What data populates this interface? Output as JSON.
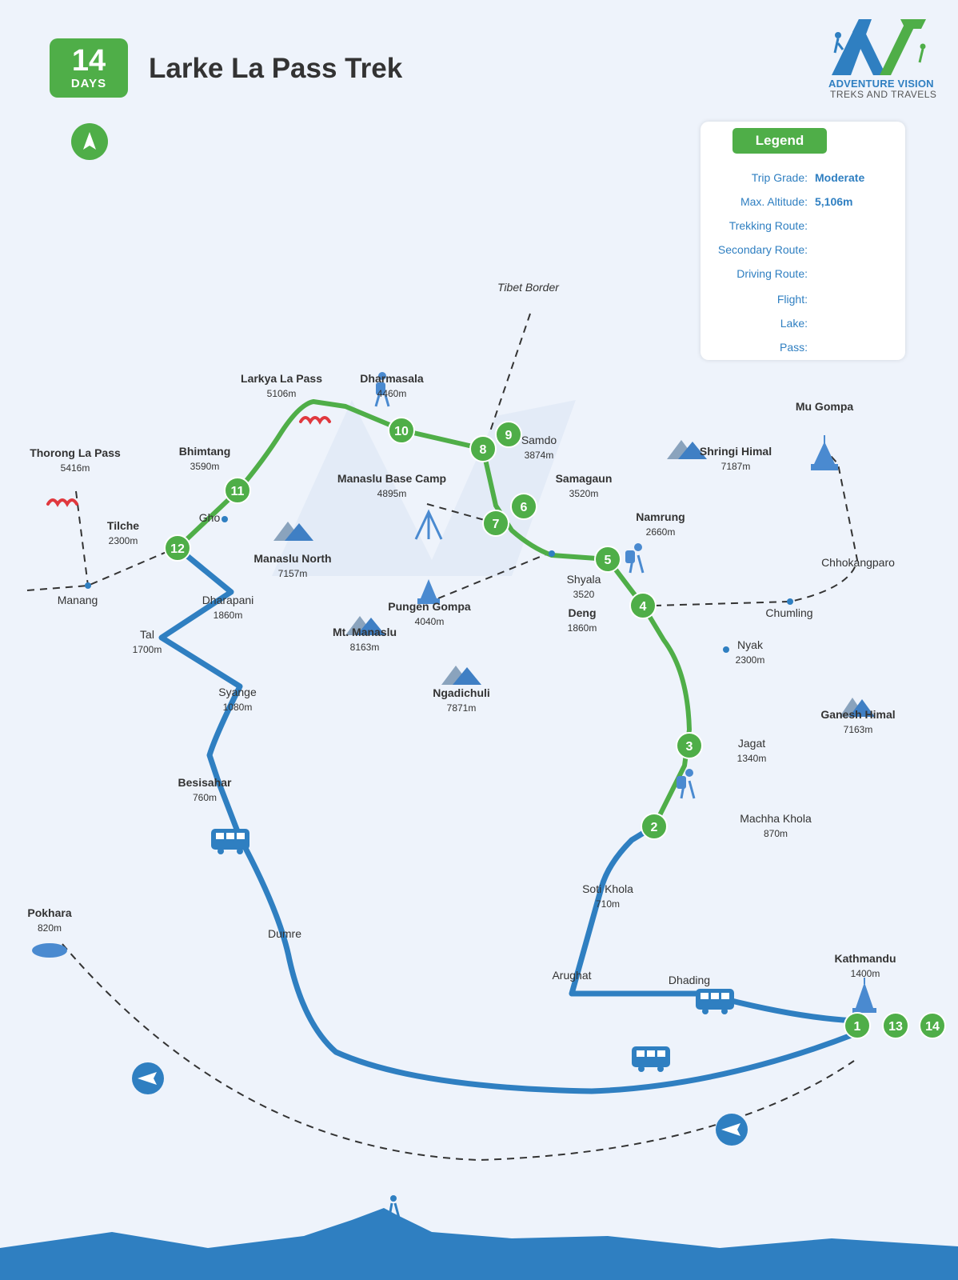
{
  "header": {
    "days_number": "14",
    "days_label": "DAYS",
    "title": "Larke La Pass Trek"
  },
  "brand": {
    "name": "ADVENTURE VISION",
    "subtitle": "TREKS AND TRAVELS"
  },
  "legend": {
    "title": "Legend",
    "trip_grade_label": "Trip Grade:",
    "trip_grade_value": "Moderate",
    "max_altitude_label": "Max. Altitude:",
    "max_altitude_value": "5,106m",
    "trekking_route_label": "Trekking Route:",
    "secondary_route_label": "Secondary Route:",
    "driving_route_label": "Driving Route:",
    "flight_label": "Flight:",
    "lake_label": "Lake:",
    "pass_label": "Pass:"
  },
  "colors": {
    "trek_green": "#4fae48",
    "drive_blue": "#2f7fc1",
    "text_dark": "#333333",
    "pass_red": "#e0383e",
    "background": "#eef3fb"
  },
  "tibet_border": "Tibet Border",
  "stops": [
    "1",
    "2",
    "3",
    "4",
    "5",
    "6",
    "7",
    "8",
    "9",
    "10",
    "11",
    "12",
    "13",
    "14"
  ],
  "places": [
    {
      "name": "Larkya La Pass",
      "alt": "5106m"
    },
    {
      "name": "Dharmasala",
      "alt": "4460m"
    },
    {
      "name": "Samdo",
      "alt": "3874m"
    },
    {
      "name": "Samagaun",
      "alt": "3520m"
    },
    {
      "name": "Manaslu Base Camp",
      "alt": "4895m"
    },
    {
      "name": "Bhimtang",
      "alt": "3590m"
    },
    {
      "name": "Thorong La Pass",
      "alt": "5416m"
    },
    {
      "name": "Tilche",
      "alt": "2300m"
    },
    {
      "name": "Gho",
      "alt": ""
    },
    {
      "name": "Manang",
      "alt": ""
    },
    {
      "name": "Manaslu North",
      "alt": "7157m"
    },
    {
      "name": "Dharapani",
      "alt": "1860m"
    },
    {
      "name": "Tal",
      "alt": "1700m"
    },
    {
      "name": "Pungen Gompa",
      "alt": "4040m"
    },
    {
      "name": "Mt. Manaslu",
      "alt": "8163m"
    },
    {
      "name": "Namrung",
      "alt": "2660m"
    },
    {
      "name": "Shyala",
      "alt": "3520"
    },
    {
      "name": "Deng",
      "alt": "1860m"
    },
    {
      "name": "Shringi Himal",
      "alt": "7187m"
    },
    {
      "name": "Mu Gompa",
      "alt": ""
    },
    {
      "name": "Chhokangparo",
      "alt": ""
    },
    {
      "name": "Chumling",
      "alt": ""
    },
    {
      "name": "Nyak",
      "alt": "2300m"
    },
    {
      "name": "Syange",
      "alt": "1080m"
    },
    {
      "name": "Ngadichuli",
      "alt": "7871m"
    },
    {
      "name": "Ganesh Himal",
      "alt": "7163m"
    },
    {
      "name": "Jagat",
      "alt": "1340m"
    },
    {
      "name": "Besisahar",
      "alt": "760m"
    },
    {
      "name": "Machha Khola",
      "alt": "870m"
    },
    {
      "name": "Soti Khola",
      "alt": "710m"
    },
    {
      "name": "Pokhara",
      "alt": "820m"
    },
    {
      "name": "Dumre",
      "alt": ""
    },
    {
      "name": "Arughat",
      "alt": ""
    },
    {
      "name": "Dhading",
      "alt": ""
    },
    {
      "name": "Kathmandu",
      "alt": "1400m"
    }
  ]
}
